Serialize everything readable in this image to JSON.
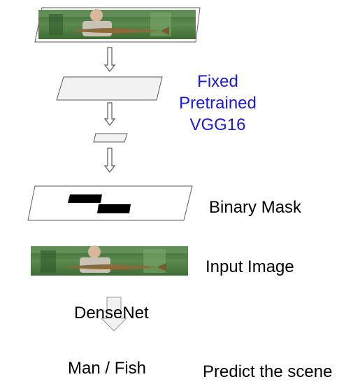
{
  "labels": {
    "fixed_line1": "Fixed",
    "fixed_line2": "Pretrained",
    "fixed_line3": "VGG16",
    "binary_mask": "Binary Mask",
    "input_image": "Input Image",
    "densenet": "DenseNet",
    "output_classes": "Man / Fish",
    "predict": "Predict the scene"
  },
  "colors": {
    "text_blue": "#1a1ad6",
    "text_black": "#000000",
    "shape_fill": "#f2f2f2",
    "shape_stroke": "#5a5a5a",
    "mask_block": "#000000"
  }
}
